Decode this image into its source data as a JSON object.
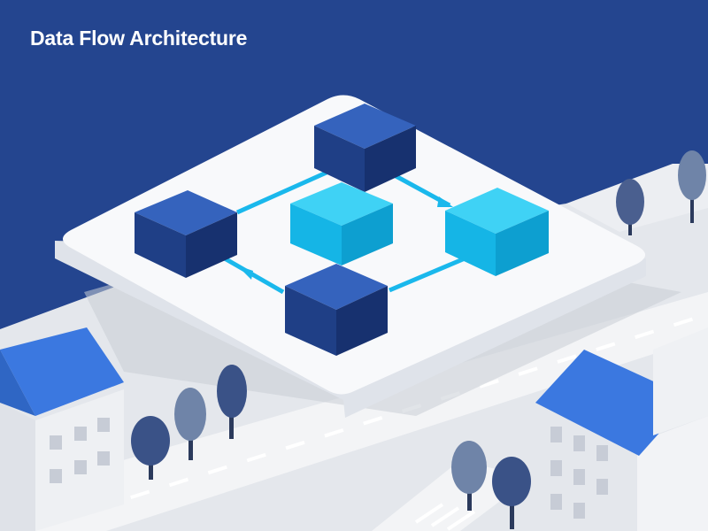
{
  "title": "Data Flow Architecture",
  "colors": {
    "background": "#24458f",
    "platform_top": "#f7f8fa",
    "platform_side": "#dfe3ea",
    "node_dark": "#2a52a6",
    "node_light": "#1fc4ef",
    "connector": "#1ab8ec",
    "roof": "#3b78e0",
    "ground": "#e6e8ed",
    "road": "#f2f3f5"
  },
  "diagram": {
    "nodes": [
      {
        "id": "top",
        "tone": "dark"
      },
      {
        "id": "left",
        "tone": "dark"
      },
      {
        "id": "center",
        "tone": "light"
      },
      {
        "id": "right",
        "tone": "light"
      },
      {
        "id": "bottom",
        "tone": "dark"
      }
    ],
    "edges": [
      {
        "from": "top",
        "to": "right",
        "arrow": true
      },
      {
        "from": "right",
        "to": "bottom",
        "arrow": false
      },
      {
        "from": "bottom",
        "to": "left",
        "arrow": true
      },
      {
        "from": "left",
        "to": "top",
        "arrow": false
      }
    ]
  },
  "scenery": {
    "buildings": [
      {
        "id": "left-house",
        "roof": "blue"
      },
      {
        "id": "right-house",
        "roof": "blue"
      }
    ],
    "trees": [
      {
        "id": "tree-1",
        "tone": "dark"
      },
      {
        "id": "tree-2",
        "tone": "grey"
      },
      {
        "id": "tree-3",
        "tone": "dark"
      },
      {
        "id": "tree-4",
        "tone": "grey"
      },
      {
        "id": "tree-5",
        "tone": "dark"
      },
      {
        "id": "tree-6",
        "tone": "grey"
      },
      {
        "id": "tree-7",
        "tone": "dark"
      }
    ]
  }
}
